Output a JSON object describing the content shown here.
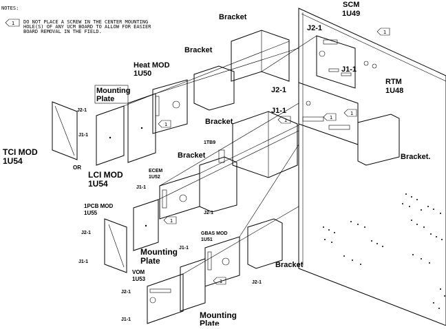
{
  "notes": {
    "heading": "NOTES:",
    "note_marker": "1",
    "note_line1": "DO NOT PLACE A SCREW IN THE CENTER MOUNTING",
    "note_line2": "HOLE(S) OF ANY UCM BOARD TO ALLOW FOR EASIER",
    "note_line3": "BOARD REMOVAL IN THE FIELD."
  },
  "labels": {
    "scm_name": "SCM",
    "scm_id": "1U49",
    "rtm_name": "RTM",
    "rtm_id": "1U48",
    "heat_mod_name": "Heat MOD",
    "heat_mod_id": "1U50",
    "tci_mod_name": "TCI MOD",
    "tci_mod_id": "1U54",
    "or": "OR",
    "lci_mod_name": "LCI MOD",
    "lci_mod_id": "1U54",
    "ecem_name": "ECEM",
    "ecem_id": "1U52",
    "pcb_mod_name": "1PCB MOD",
    "pcb_mod_id": "1U55",
    "gbas_mod_name": "GBAS MOD",
    "gbas_mod_id": "1U51",
    "vom_name": "VOM",
    "vom_id": "1U53",
    "tb9": "1TB9",
    "bracket_1": "Bracket",
    "bracket_2": "Bracket",
    "bracket_3": "Bracket",
    "bracket_4": "Bracket",
    "bracket_5": "Bracket.",
    "bracket_6": "Bracket",
    "mounting_plate_1": "Mounting",
    "mounting_plate_1b": "Plate",
    "mounting_plate_2": "Mounting",
    "mounting_plate_2b": "Plate",
    "mounting_plate_3": "Mounting",
    "mounting_plate_3b": "Plate",
    "j2_scm": "J2-1",
    "j1_scm": "J1-1",
    "j2_rtm": "J2-1",
    "j1_rtm": "J1-1",
    "j2_tci": "J2-1",
    "j1_tci": "J1-1",
    "j1_ecem": "J1-1",
    "j2_ecem": "J2-1",
    "j2_pcb": "J2-1",
    "j1_pcb": "J1-1",
    "j1_gbas": "J1-1",
    "j2_gbas": "J2-1",
    "j2_vom": "J2-1",
    "j1_vom": "J1-1",
    "marker_1": "1",
    "marker_2": "1",
    "marker_3": "1",
    "marker_4": "1",
    "marker_5": "1",
    "marker_6": "1",
    "marker_7": "1"
  }
}
